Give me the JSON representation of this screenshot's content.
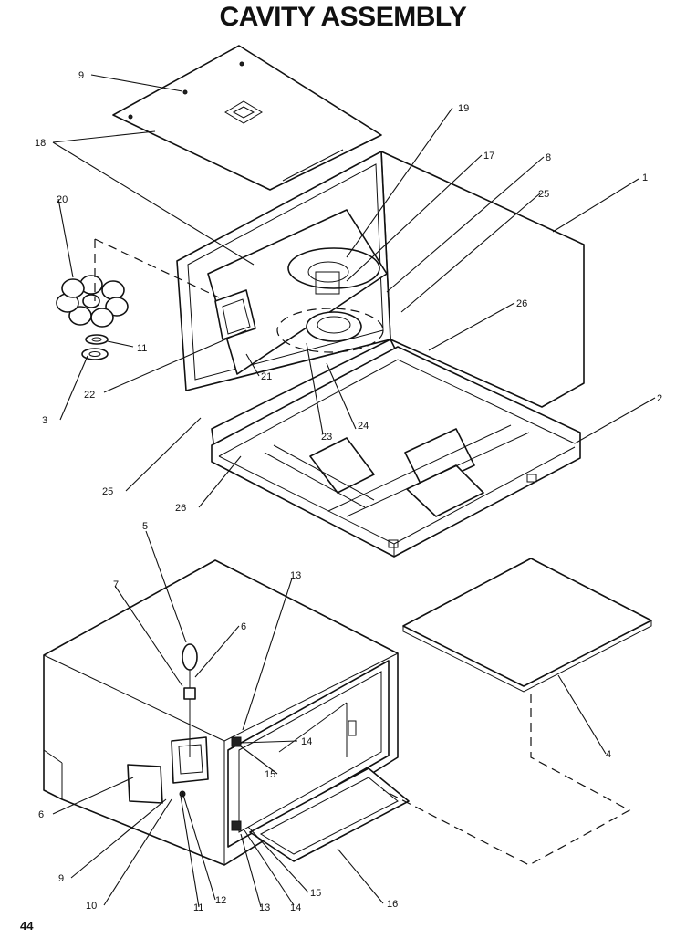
{
  "title": "CAVITY ASSEMBLY",
  "page_number": "44",
  "callouts": {
    "c9a": "9",
    "c18": "18",
    "c19": "19",
    "c17": "17",
    "c8": "8",
    "c25a": "25",
    "c1": "1",
    "c20": "20",
    "c11a": "11",
    "c3": "3",
    "c22": "22",
    "c21": "21",
    "c26a": "26",
    "c2": "2",
    "c23": "23",
    "c24": "24",
    "c25b": "25",
    "c26b": "26",
    "c5": "5",
    "c13a": "13",
    "c7": "7",
    "c6a": "6",
    "c14a": "14",
    "c15a": "15",
    "c4": "4",
    "c6b": "6",
    "c9b": "9",
    "c10": "10",
    "c11b": "11",
    "c12": "12",
    "c13b": "13",
    "c14b": "14",
    "c15b": "15",
    "c16": "16"
  }
}
